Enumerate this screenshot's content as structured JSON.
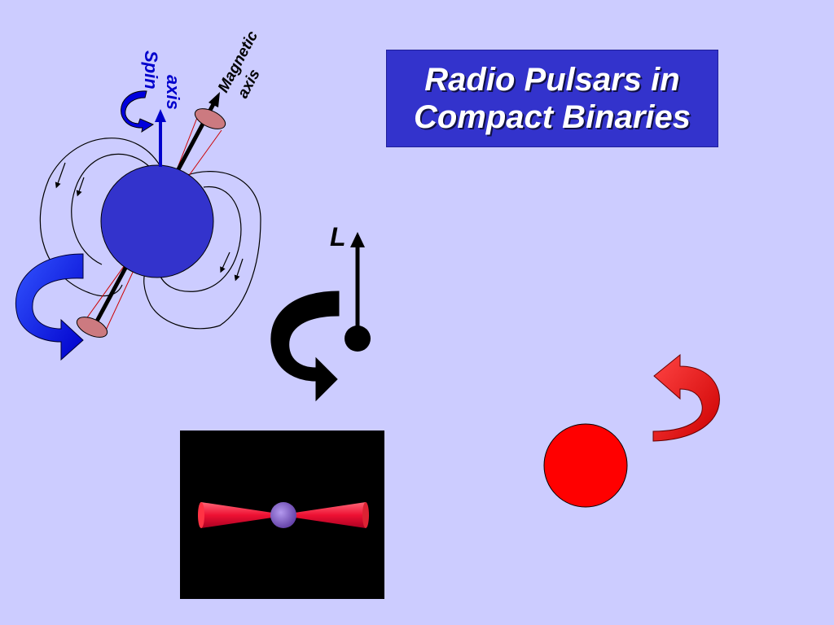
{
  "slide": {
    "title_line1": "Radio Pulsars in",
    "title_line2": "Compact Binaries"
  },
  "labels": {
    "spin": "Spin",
    "spin_axis": "axis",
    "magnetic": "Magnetic",
    "magnetic_axis": "axis",
    "orbital_momentum": "L"
  },
  "colors": {
    "background": "#ccccff",
    "title_box": "#3333cc",
    "pulsar": "#3333cc",
    "companion": "#ff0000",
    "spin_arrow": "#0000ee",
    "beam_cap": "#cc7a80"
  }
}
